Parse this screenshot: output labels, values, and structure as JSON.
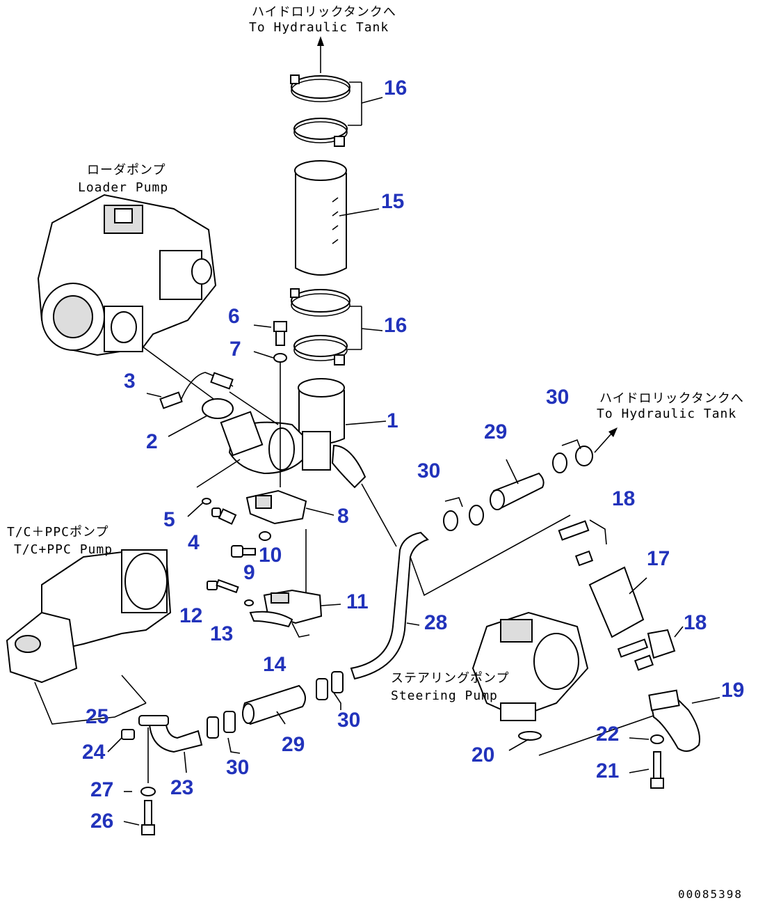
{
  "notes": {
    "tank_top_jp": "ハイドロリックタンクへ",
    "tank_top_en": "To Hydraulic Tank",
    "tank_right_jp": "ハイドロリックタンクへ",
    "tank_right_en": "To Hydraulic Tank",
    "loader_jp": "ローダポンプ",
    "loader_en": "Loader Pump",
    "tcppc_jp": "T/C＋PPCポンプ",
    "tcppc_en": "T/C+PPC Pump",
    "steering_jp": "ステアリングポンプ",
    "steering_en": "Steering Pump"
  },
  "part_numbers": {
    "n1": "1",
    "n2": "2",
    "n3": "3",
    "n4": "4",
    "n5": "5",
    "n6": "6",
    "n7": "7",
    "n8": "8",
    "n9": "9",
    "n10": "10",
    "n11": "11",
    "n12": "12",
    "n13": "13",
    "n14": "14",
    "n15": "15",
    "n16a": "16",
    "n16b": "16",
    "n17": "17",
    "n18a": "18",
    "n18b": "18",
    "n19": "19",
    "n20": "20",
    "n21": "21",
    "n22": "22",
    "n23": "23",
    "n24": "24",
    "n25": "25",
    "n26": "26",
    "n27": "27",
    "n28": "28",
    "n29a": "29",
    "n29b": "29",
    "n30a": "30",
    "n30b": "30",
    "n30c": "30",
    "n30d": "30"
  },
  "drawing_ref": "00085398"
}
